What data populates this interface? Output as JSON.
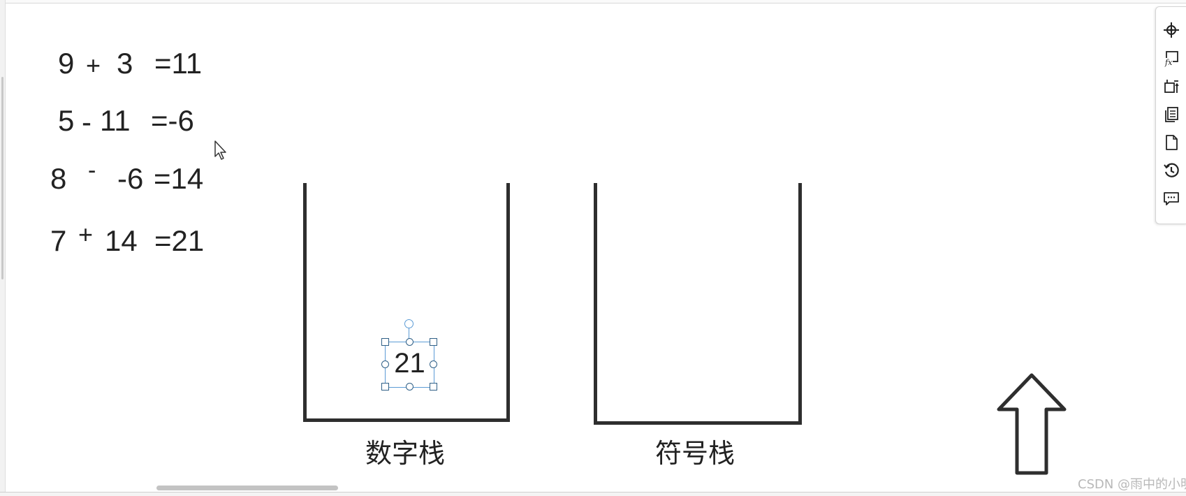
{
  "equations": [
    {
      "a": "9",
      "op": "+",
      "b": "3",
      "result": "=11"
    },
    {
      "a": "5",
      "op": "-",
      "b": "11",
      "result": "=-6"
    },
    {
      "a": "8",
      "op": "-",
      "b": "-6",
      "result": "=14"
    },
    {
      "a": "7",
      "op": "+",
      "b": "14",
      "result": "=21"
    }
  ],
  "number_stack": {
    "label": "数字栈",
    "items": [
      "21"
    ]
  },
  "symbol_stack": {
    "label": "符号栈",
    "items": []
  },
  "toolbar": {
    "items": [
      "crosshair-icon",
      "formula-icon",
      "crop-resize-icon",
      "page-layers-icon",
      "blank-page-icon",
      "history-icon",
      "comment-icon"
    ]
  },
  "watermark": "CSDN @雨中的小明",
  "colors": {
    "accent": "#5b9bd5",
    "stroke": "#2e2e2e",
    "text": "#222222"
  }
}
